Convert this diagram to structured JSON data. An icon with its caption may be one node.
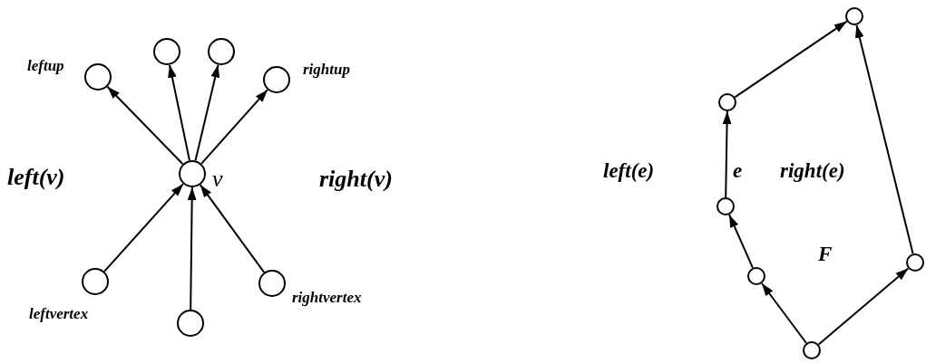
{
  "diagram": {
    "nodes": [
      {
        "text": [],
        "shape": "circle",
        "beside": [
          "v"
        ]
      },
      {
        "text": [],
        "shape": "circle",
        "beside": [
          "leftup"
        ]
      },
      {
        "text": [],
        "shape": "circle"
      },
      {
        "text": [],
        "shape": "circle"
      },
      {
        "text": [],
        "shape": "circle",
        "beside": [
          "rightup"
        ]
      },
      {
        "text": [],
        "shape": "circle",
        "beside": [
          "leftvertex"
        ]
      },
      {
        "text": [],
        "shape": "circle"
      },
      {
        "text": [],
        "shape": "circle",
        "beside": [
          "rightvertex"
        ]
      },
      {
        "text": [],
        "shape": "circle"
      },
      {
        "text": [],
        "shape": "circle"
      },
      {
        "text": [],
        "shape": "circle"
      },
      {
        "text": [],
        "shape": "circle"
      },
      {
        "text": [],
        "shape": "circle"
      },
      {
        "text": [],
        "shape": "circle"
      }
    ],
    "edges": [
      {
        "from": 0,
        "to": 1,
        "arrow": "to"
      },
      {
        "from": 0,
        "to": 2,
        "arrow": "to"
      },
      {
        "from": 0,
        "to": 3,
        "arrow": "to"
      },
      {
        "from": 0,
        "to": 4,
        "arrow": "to"
      },
      {
        "from": 5,
        "to": 0,
        "arrow": "to"
      },
      {
        "from": 6,
        "to": 0,
        "arrow": "to"
      },
      {
        "from": 7,
        "to": 0,
        "arrow": "to"
      },
      {
        "from": 9,
        "to": 8,
        "arrow": "to"
      },
      {
        "from": 10,
        "to": 9,
        "arrow": "to",
        "label": "e"
      },
      {
        "from": 11,
        "to": 10,
        "arrow": "to"
      },
      {
        "from": 12,
        "to": 11,
        "arrow": "to"
      },
      {
        "from": 12,
        "to": 13,
        "arrow": "to"
      },
      {
        "from": 13,
        "to": 8,
        "arrow": "to"
      }
    ],
    "labels": [
      "left(v)",
      "right(v)",
      "left(e)",
      "right(e)",
      "F"
    ]
  }
}
